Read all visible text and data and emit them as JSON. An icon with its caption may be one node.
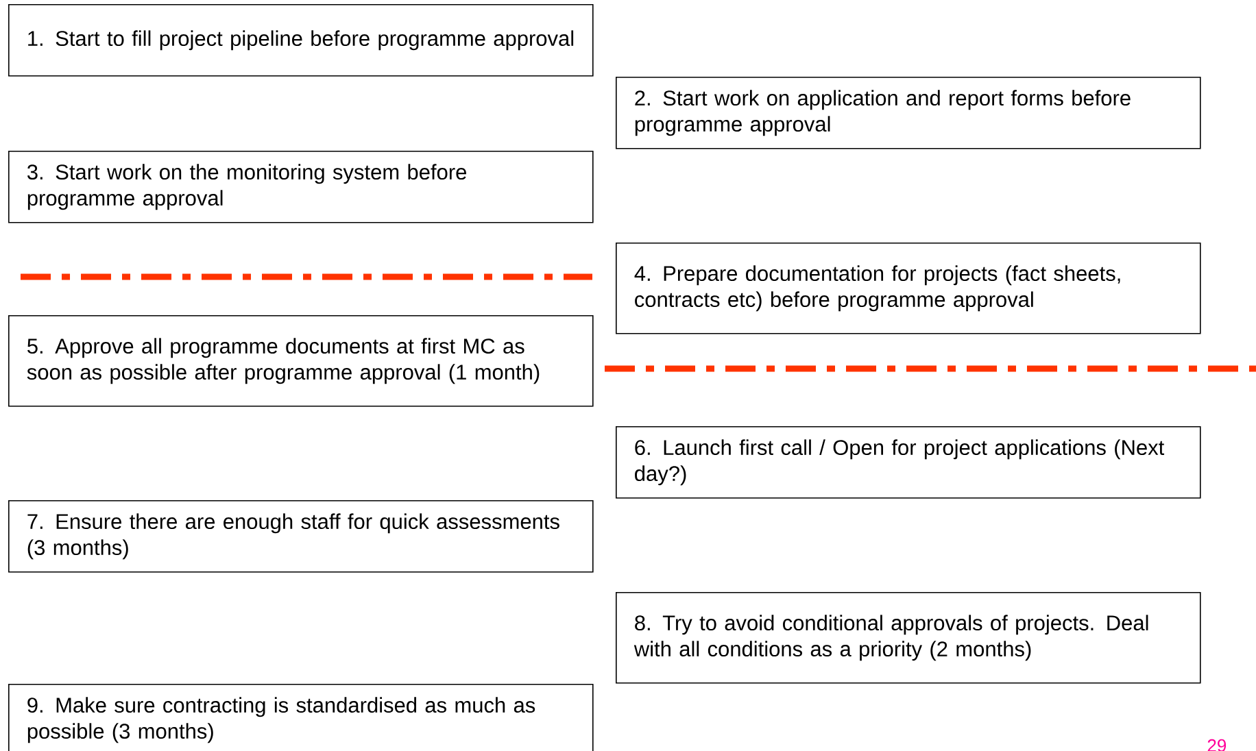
{
  "diagram": {
    "nodes": [
      {
        "text": [
          "1. Start to fill project pipeline before programme approval"
        ]
      },
      {
        "text": [
          "2. Start work on application and report forms before programme approval"
        ]
      },
      {
        "text": [
          "3. Start work on the monitoring system before programme approval"
        ]
      },
      {
        "text": [
          "4. Prepare documentation for projects (fact sheets, contracts etc) before programme approval"
        ]
      },
      {
        "text": [
          "5. Approve all programme documents at first MC as soon as possible after programme approval (1 month)"
        ]
      },
      {
        "text": [
          "6. Launch first call / Open for project applications (Next day?)"
        ]
      },
      {
        "text": [
          "7. Ensure there are enough staff for quick assessments (3 months)"
        ]
      },
      {
        "text": [
          "8. Try to avoid conditional approvals of projects. Deal with all conditions as a priority (2 months)"
        ]
      },
      {
        "text": [
          "9. Make sure contracting is standardised as much as possible (3 months)"
        ]
      }
    ],
    "labels": [
      "29"
    ]
  }
}
